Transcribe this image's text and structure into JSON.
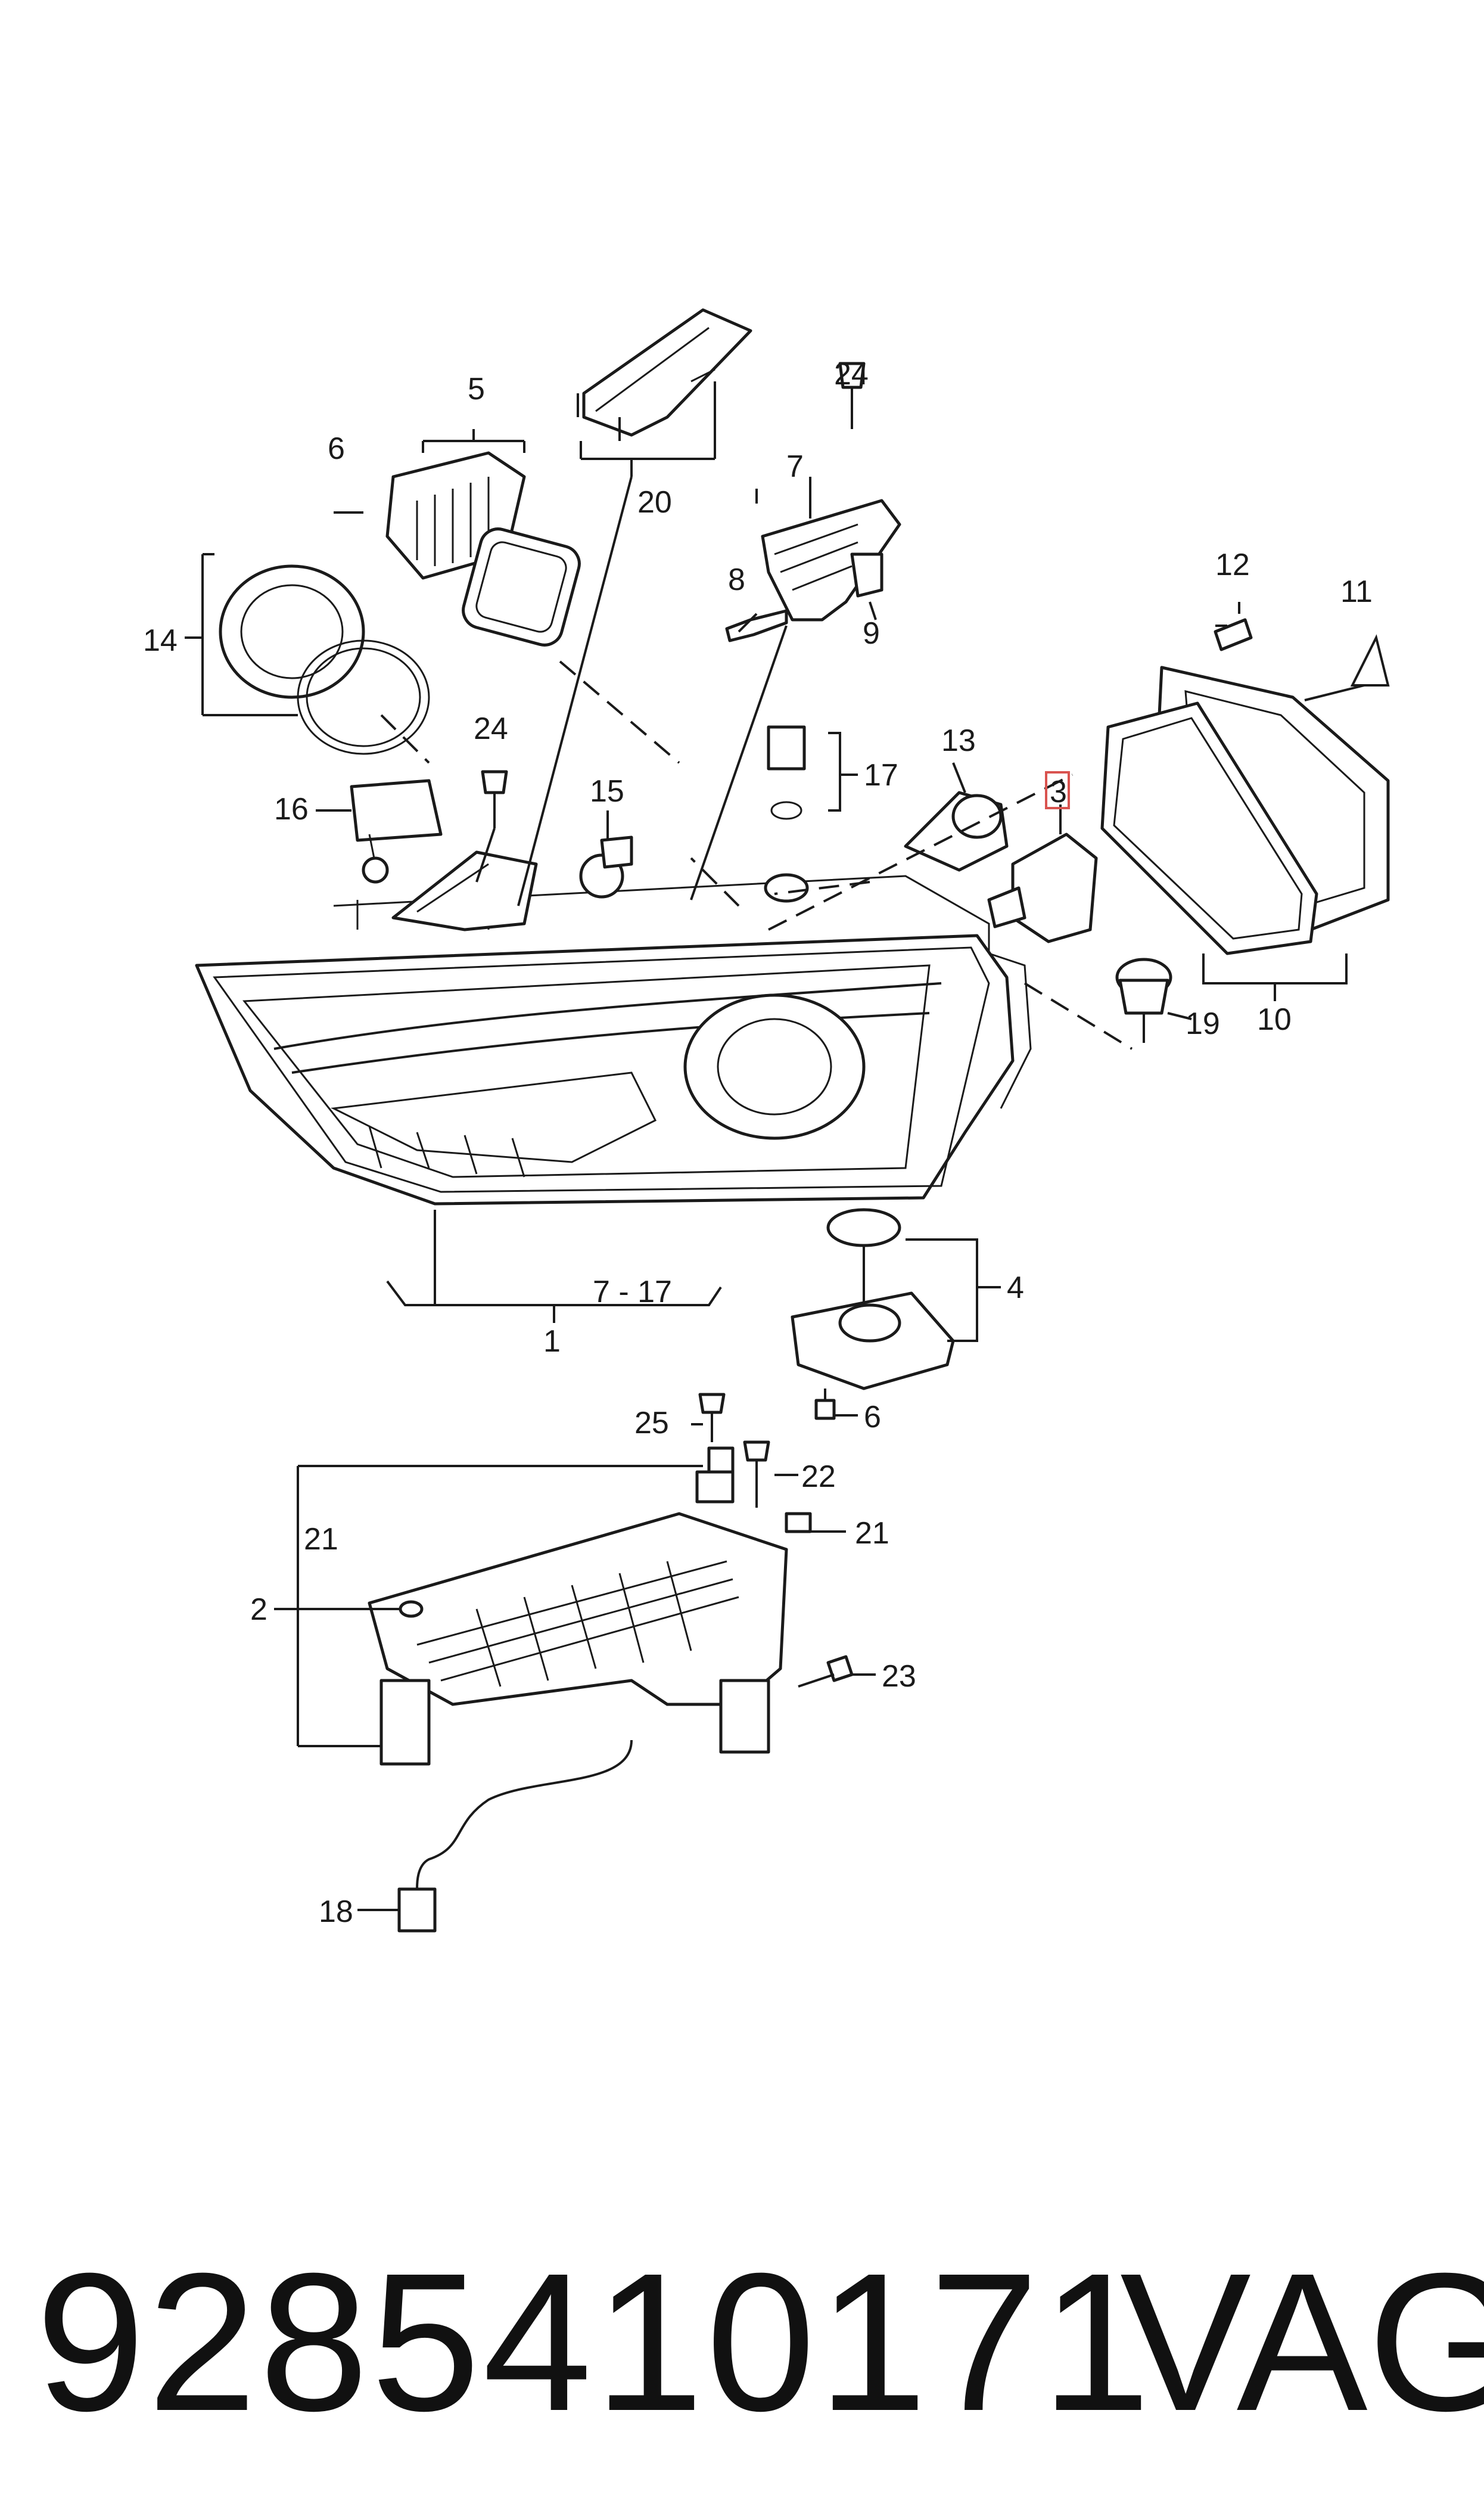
{
  "labels": {
    "l1": "1",
    "l2": "2",
    "l3": "3",
    "l4": "4",
    "l5": "5",
    "l6a": "6",
    "l6b": "6",
    "l7": "7",
    "l8": "8",
    "l9": "9",
    "l10": "10",
    "l11": "11",
    "l12": "12",
    "l13": "13",
    "l14": "14",
    "l15": "15",
    "l16": "16",
    "l17": "17",
    "l18": "18",
    "l19": "19",
    "l20": "20",
    "l21a": "21",
    "l21b": "21",
    "l22": "22",
    "l23": "23",
    "l24a": "24",
    "l24b": "24",
    "l25": "25",
    "l7_17": "7 - 17"
  },
  "highlight_color": "#d9534f",
  "footer": {
    "part_number": "9285410171",
    "brand": "VAG"
  }
}
